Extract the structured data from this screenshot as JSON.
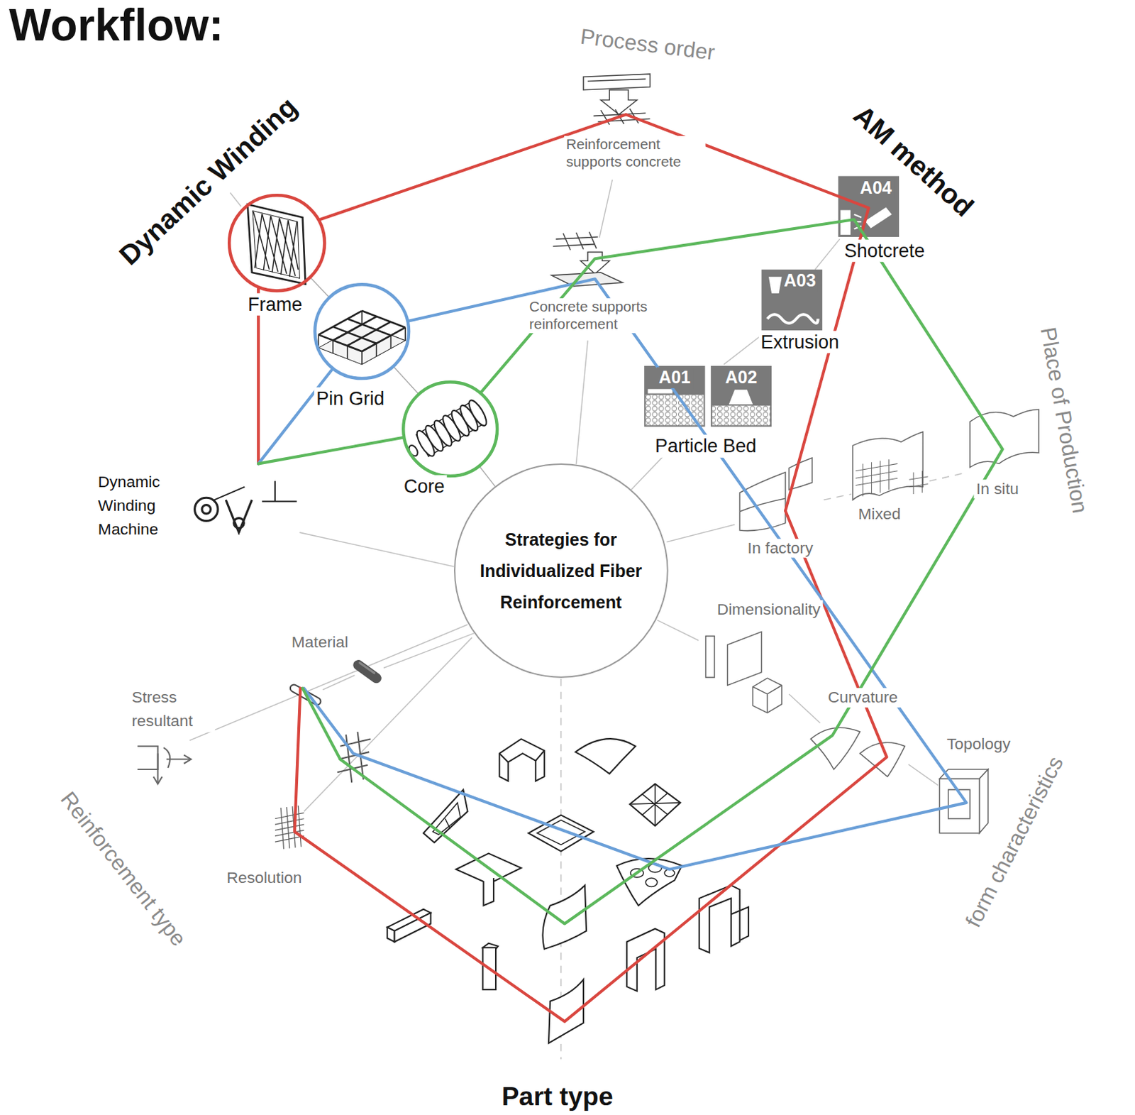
{
  "diagram": {
    "title": "Workflow:",
    "nodes": [
      {
        "text": [
          "Frame"
        ]
      },
      {
        "text": [
          "Pin Grid"
        ]
      },
      {
        "text": [
          "Core"
        ]
      },
      {
        "text": [
          "Strategies for Individualized Fiber Reinforcement"
        ]
      }
    ],
    "edges": [
      {
        "from": 0,
        "to": 1,
        "arrow": "none"
      },
      {
        "from": 1,
        "to": 2,
        "arrow": "none"
      },
      {
        "from": 2,
        "to": 3,
        "arrow": "none"
      }
    ],
    "labels": [
      "Process order",
      "Dynamic Winding",
      "AM method",
      "Reinforcement supports concrete",
      "Concrete supports reinforcement",
      "A04",
      "Shotcrete",
      "A03",
      "Extrusion",
      "A01",
      "A02",
      "Particle Bed",
      "Place of Production",
      "In situ",
      "Mixed",
      "In factory",
      "Dynamic Winding Machine",
      "Dimensionality",
      "Curvature",
      "Topology",
      "form characteristics",
      "Material",
      "Stress resultant",
      "Resolution",
      "Reinforcement type",
      "Part type"
    ]
  }
}
